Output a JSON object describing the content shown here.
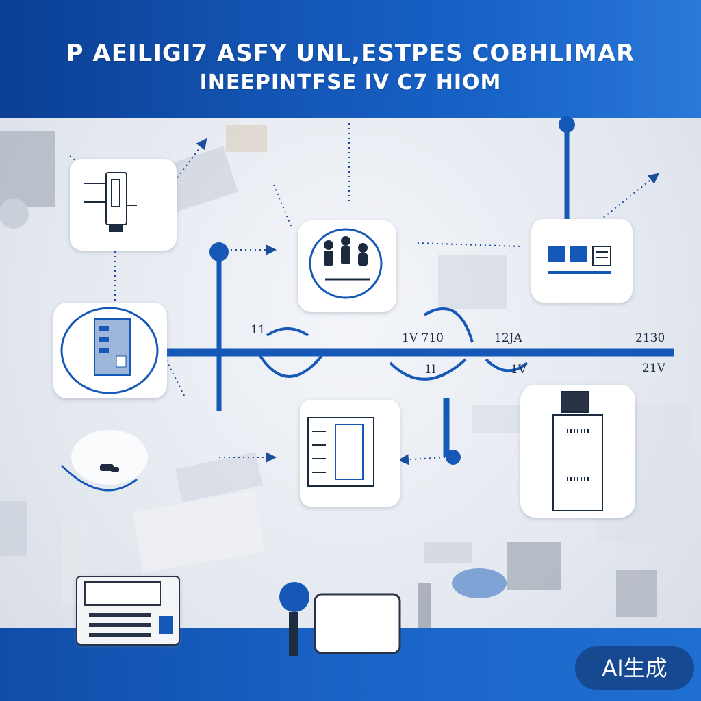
{
  "header": {
    "title_line_1": "P AEILIGI7 ASFY UNL,ESTPES COBHLIMAR",
    "title_line_2": "INEEPINTFSE IV C7 HIOM"
  },
  "timeline": {
    "labels_above": [
      "11",
      "1V 710",
      "12JA",
      "2130"
    ],
    "labels_below": [
      "1l",
      "1V",
      "21V"
    ]
  },
  "colors": {
    "header_blue": "#0b3f94",
    "accent_blue": "#1558b8",
    "background": "#e9edf3",
    "card_white": "#ffffff"
  },
  "icons": [
    "server-plug-icon",
    "server-rack-icon",
    "team-people-icon",
    "monitor-dashboard-icon",
    "document-chart-icon",
    "equipment-cabinet-icon",
    "handshake-icon",
    "printer-icon",
    "person-laptop-icon"
  ],
  "badge": {
    "text": "AI生成"
  }
}
